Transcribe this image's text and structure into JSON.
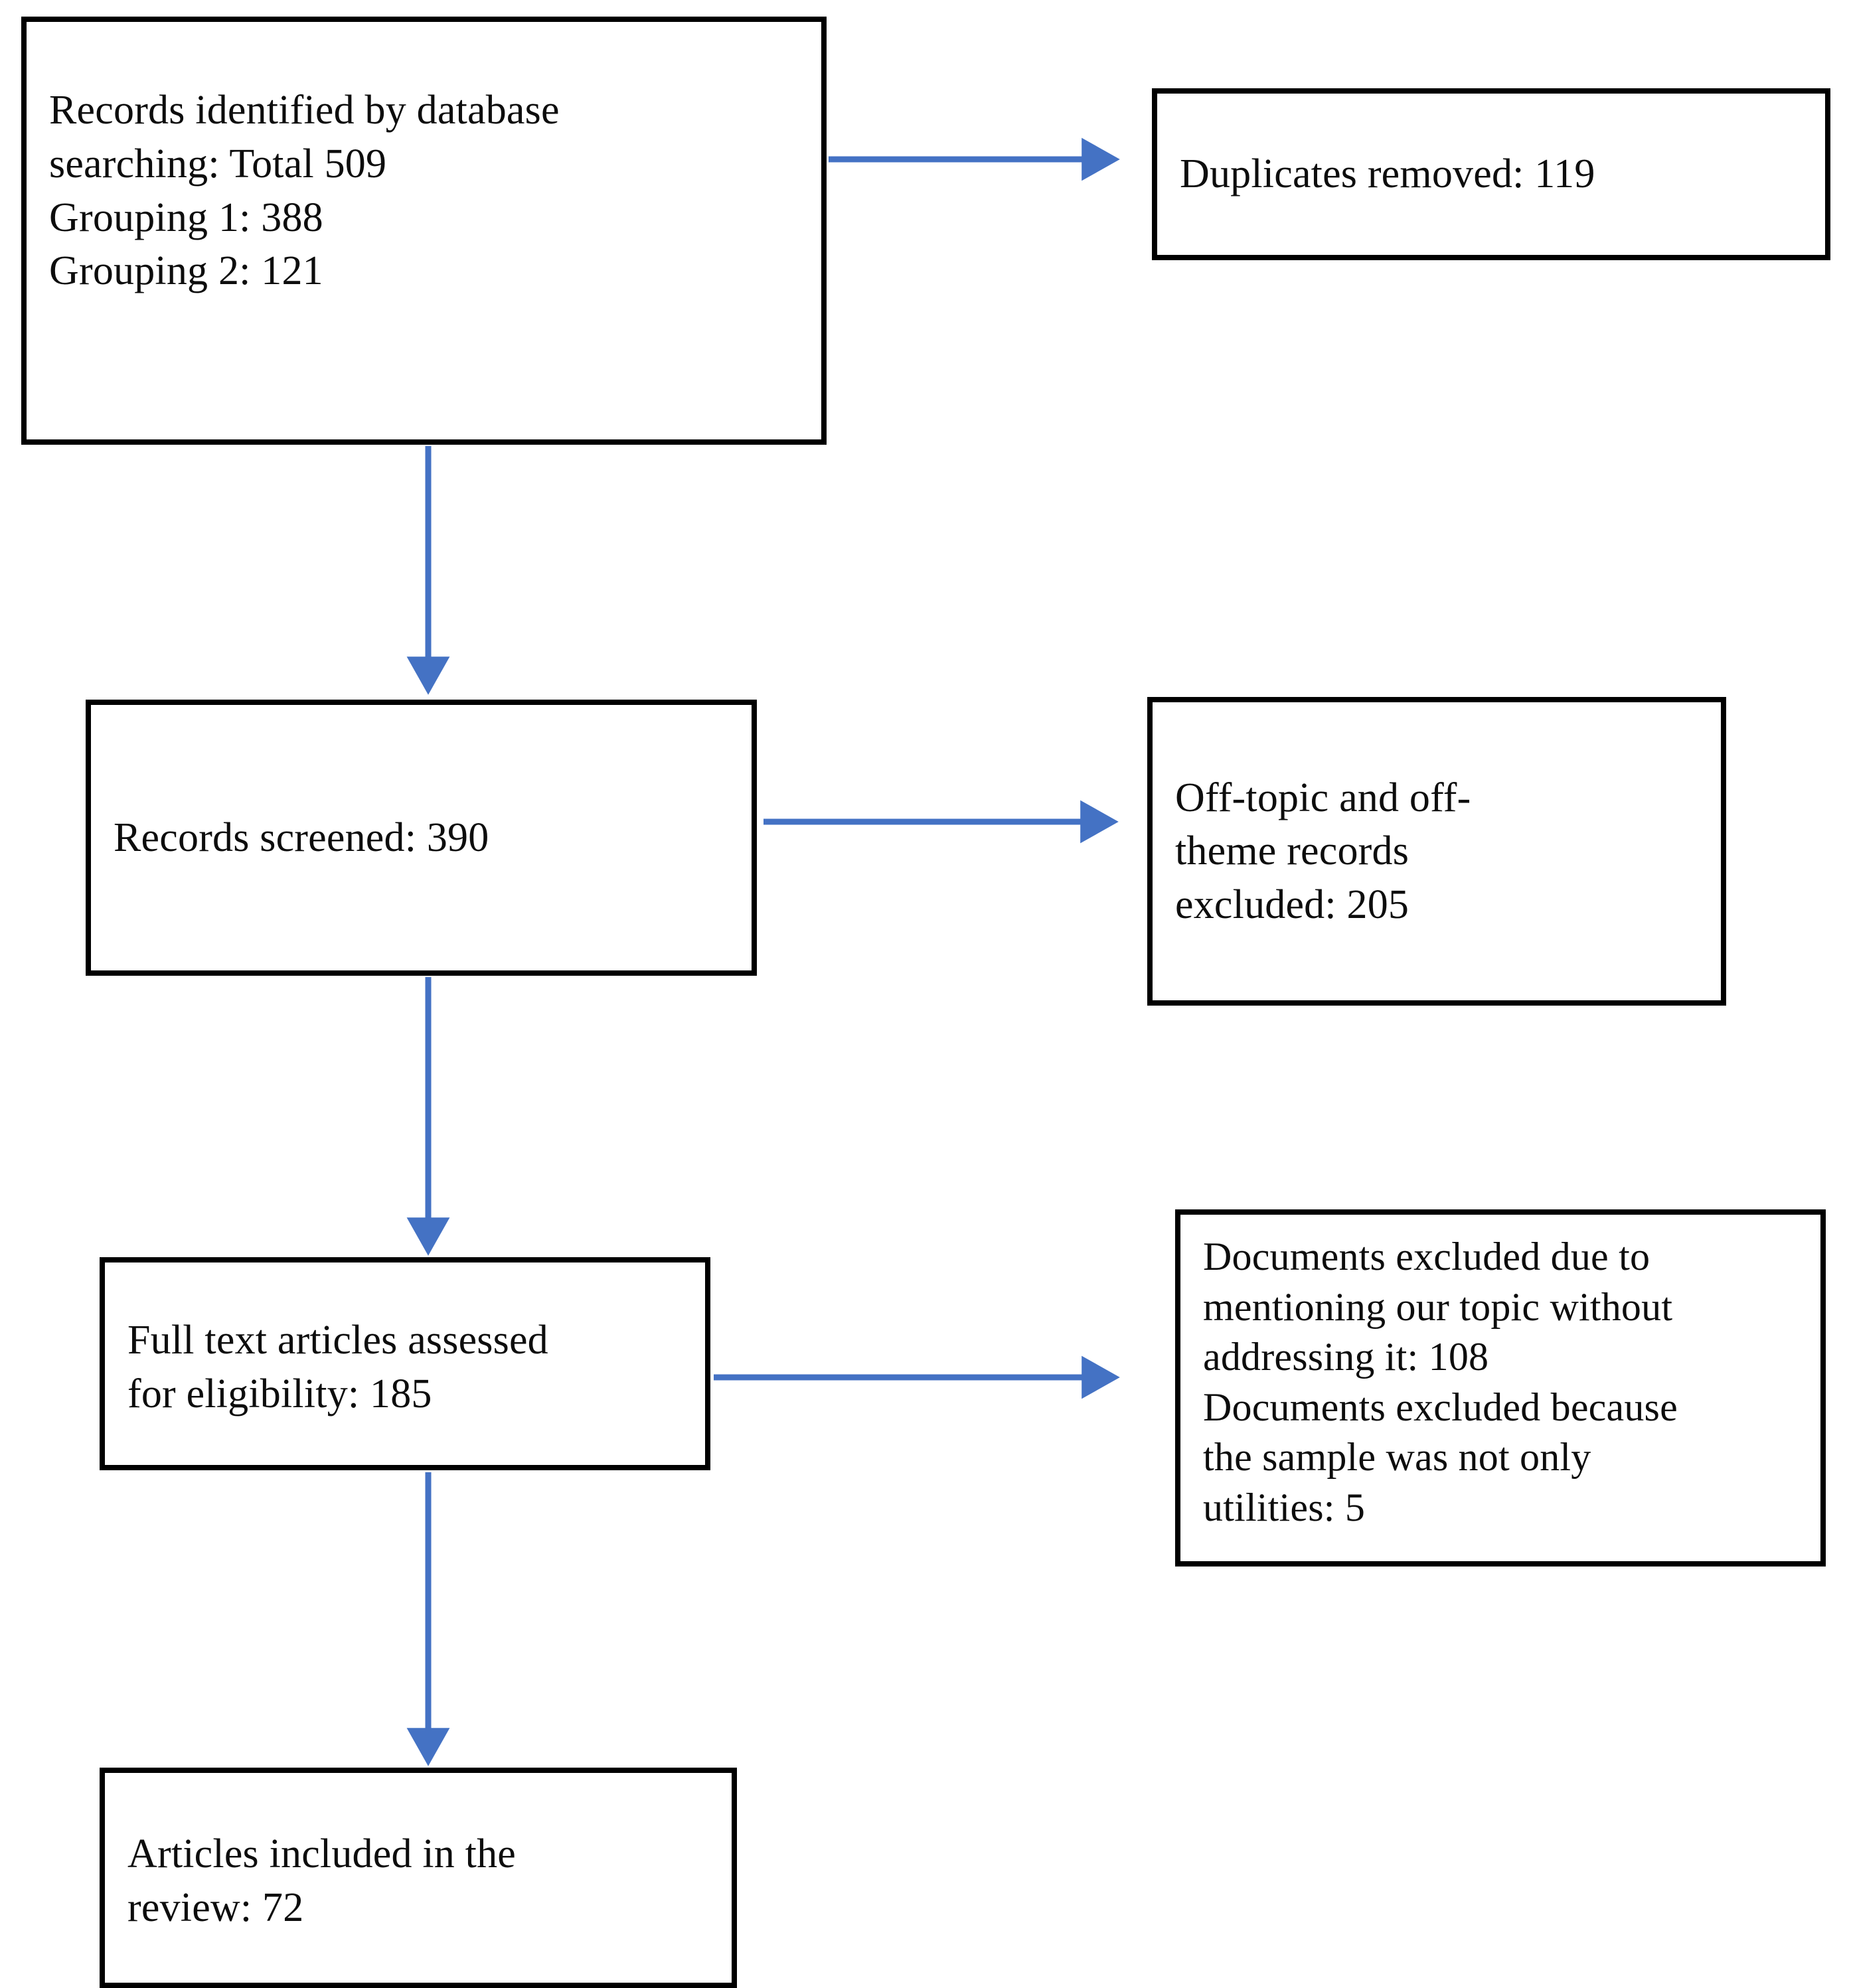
{
  "diagram": {
    "title": "PRISMA study selection flow diagram",
    "type": "flowchart",
    "accent_color": "#4472C4",
    "box_border_color": "#000000",
    "text_color": "#0D0D0D",
    "background_color": "#FFFFFF"
  },
  "nodes": {
    "identified": {
      "id": "records-identified",
      "text": "Records identified  by database\nsearching:  Total 509\nGrouping 1: 388\nGrouping 2: 121",
      "total": 509,
      "grouping_1": 388,
      "grouping_2": 121
    },
    "duplicates": {
      "id": "duplicates-removed",
      "text": "Duplicates removed: 119",
      "count": 119
    },
    "screened": {
      "id": "records-screened",
      "text": "Records screened: 390",
      "count": 390
    },
    "offtopic": {
      "id": "off-topic-excluded",
      "text": "Off-topic and off-\ntheme records\nexcluded: 205",
      "count": 205
    },
    "fulltext": {
      "id": "full-text-assessed",
      "text": "Full text articles assessed\nfor eligibility:  185",
      "count": 185
    },
    "documents_excluded": {
      "id": "documents-excluded",
      "text": "Documents excluded due to\nmentioning our topic without\naddressing it: 108\nDocuments excluded because\nthe sample was not only\nutilities: 5",
      "count_topic_not_addressed": 108,
      "count_sample_not_only_utilities": 5
    },
    "included": {
      "id": "articles-included",
      "text": "Articles included in the\nreview:  72",
      "count": 72
    }
  },
  "connectors": [
    {
      "name": "identified-to-duplicates",
      "from": "identified",
      "to": "duplicates",
      "direction": "right"
    },
    {
      "name": "identified-to-screened",
      "from": "identified",
      "to": "screened",
      "direction": "down"
    },
    {
      "name": "screened-to-offtopic",
      "from": "screened",
      "to": "offtopic",
      "direction": "right"
    },
    {
      "name": "screened-to-fulltext",
      "from": "screened",
      "to": "fulltext",
      "direction": "down"
    },
    {
      "name": "fulltext-to-docsexcluded",
      "from": "fulltext",
      "to": "documents_excluded",
      "direction": "right"
    },
    {
      "name": "fulltext-to-included",
      "from": "fulltext",
      "to": "included",
      "direction": "down"
    }
  ]
}
